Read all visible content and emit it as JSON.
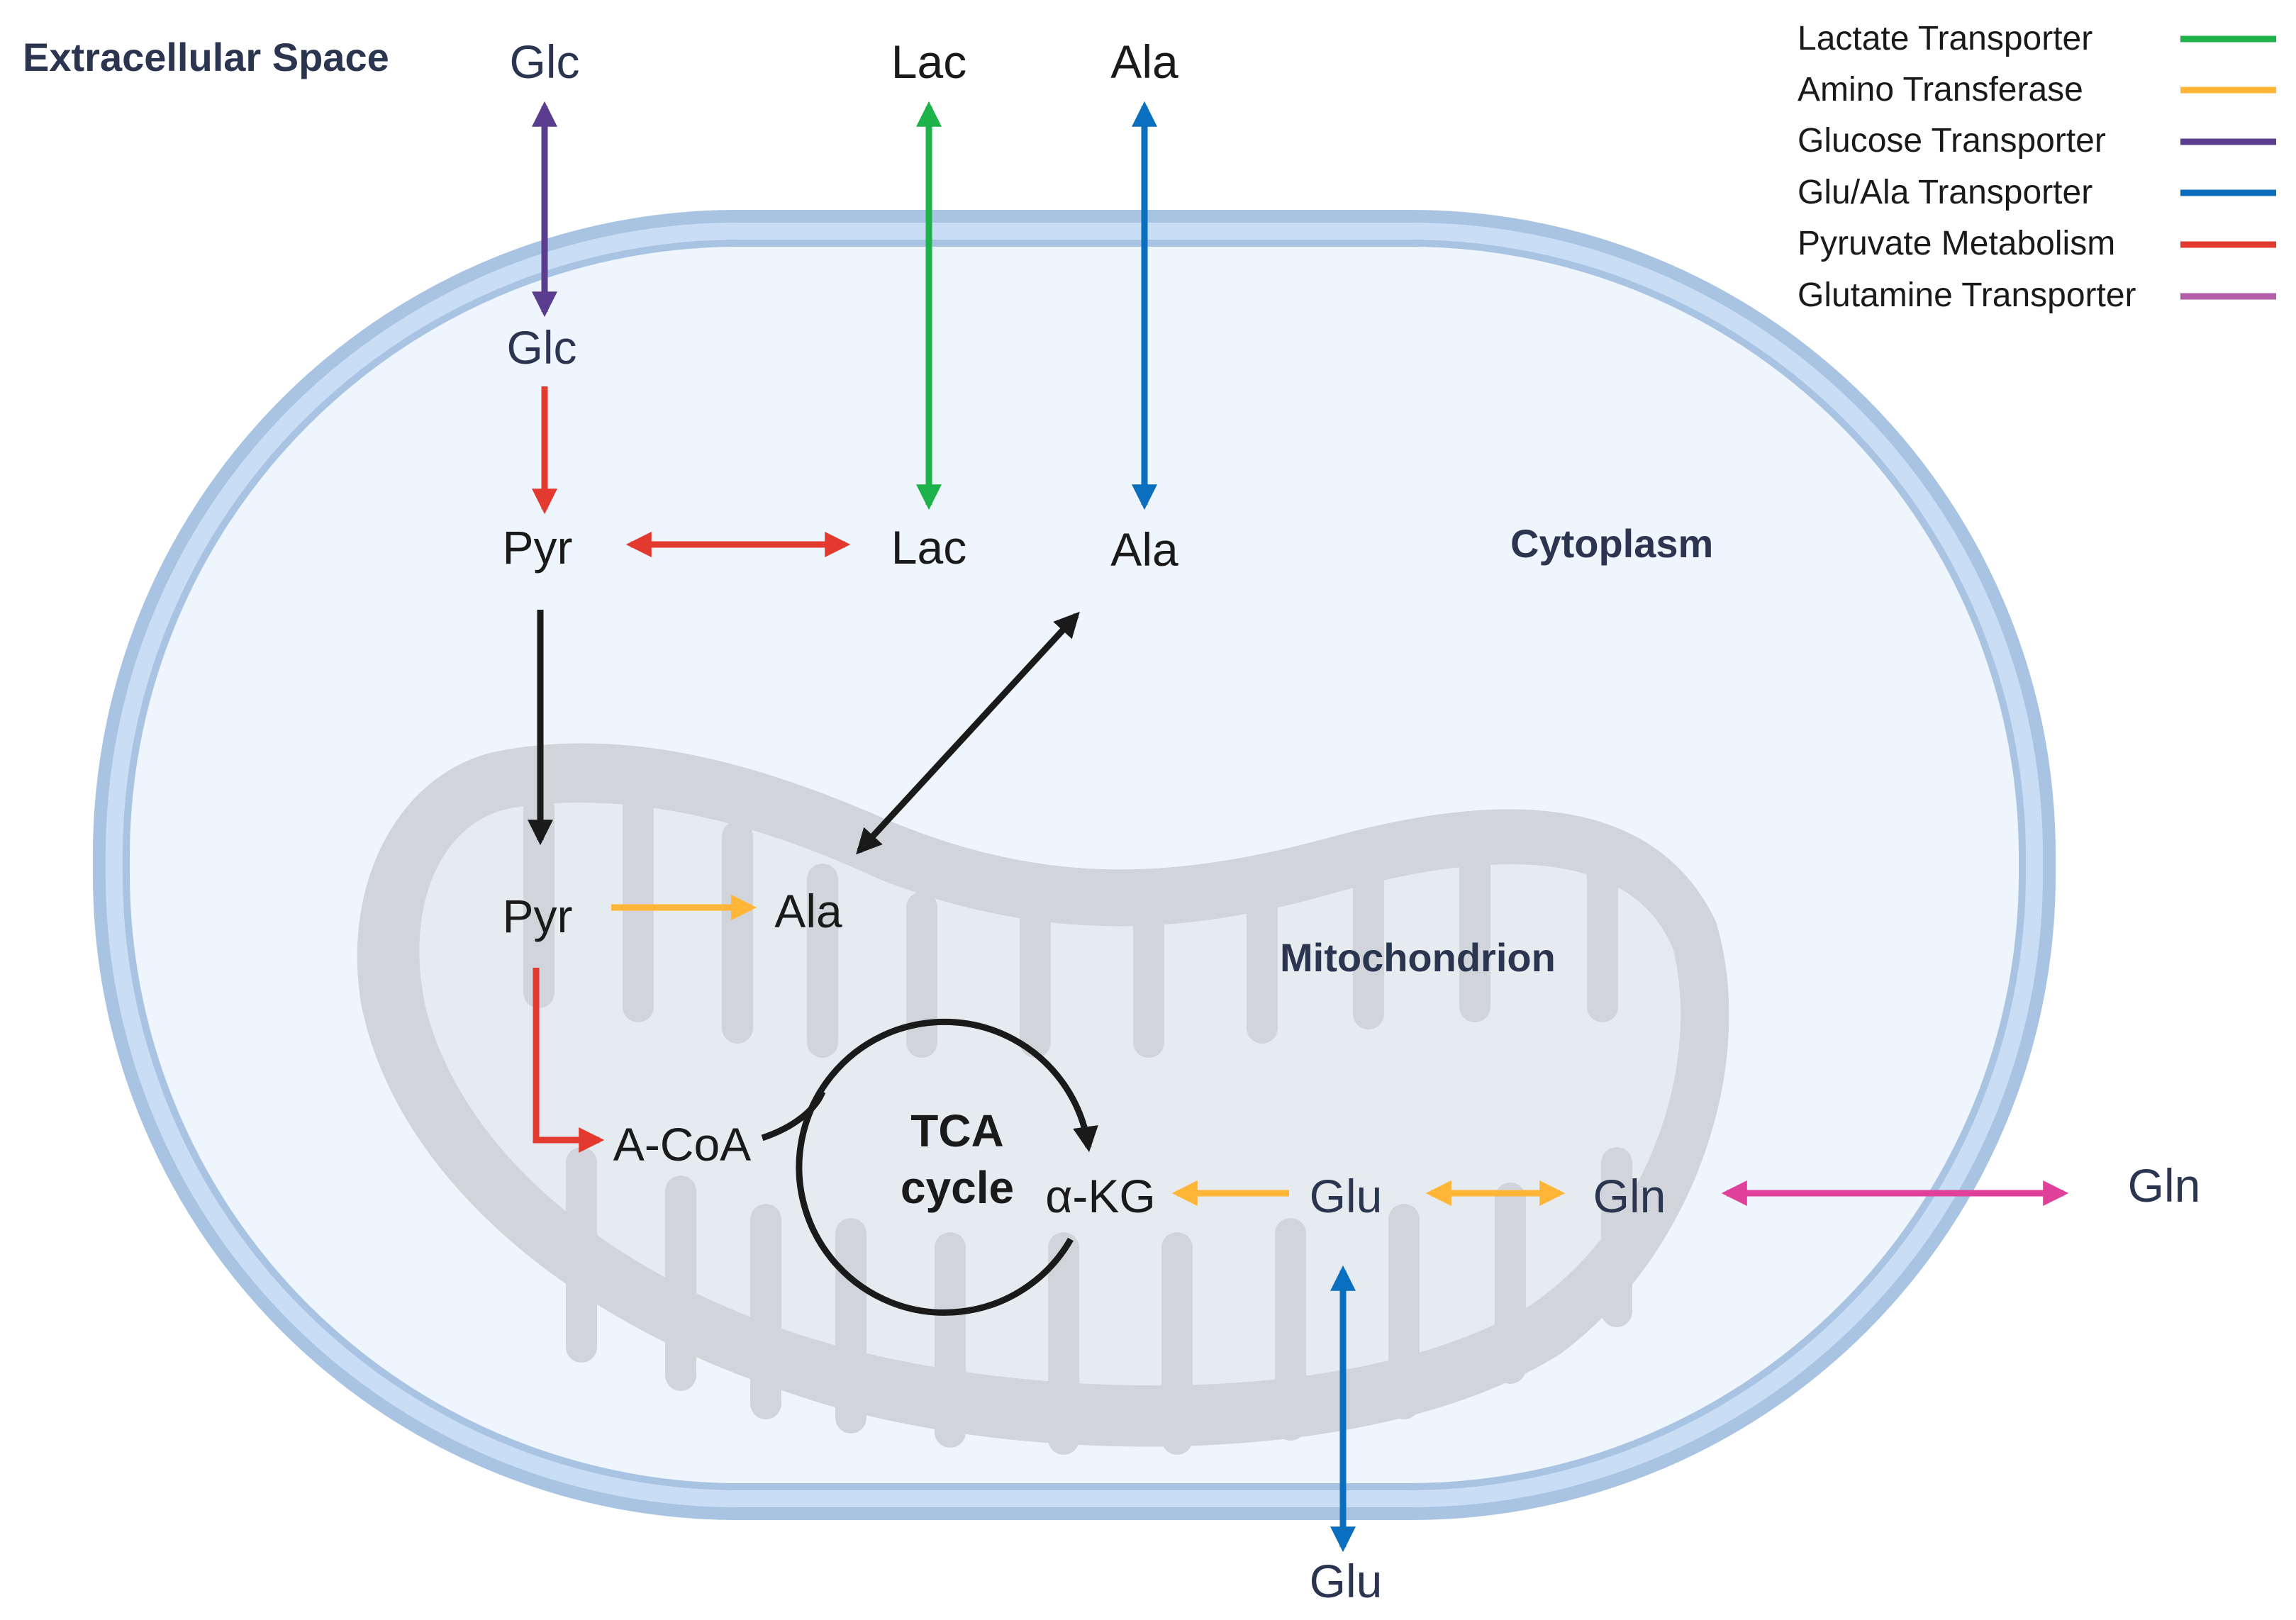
{
  "regions": {
    "extracellular": "Extracellular Space",
    "cytoplasm": "Cytoplasm",
    "mitochondrion": "Mitochondrion"
  },
  "metabolites": {
    "glc_out": "Glc",
    "lac_out": "Lac",
    "ala_out": "Ala",
    "glc_in": "Glc",
    "pyr_cyto": "Pyr",
    "lac_in": "Lac",
    "ala_in": "Ala",
    "pyr_mito": "Pyr",
    "ala_mito": "Ala",
    "acoa": "A-CoA",
    "akg": "α-KG",
    "glu_mito": "Glu",
    "gln_mito": "Gln",
    "gln_out": "Gln",
    "glu_out": "Glu"
  },
  "tca": {
    "line1": "TCA",
    "line2": "cycle"
  },
  "legend": [
    {
      "label": "Lactate Transporter",
      "color": "#1db34a"
    },
    {
      "label": "Amino Transferase",
      "color": "#ffb535"
    },
    {
      "label": "Glucose Transporter",
      "color": "#5b3d8f"
    },
    {
      "label": "Glu/Ala Transporter",
      "color": "#0b6fbf"
    },
    {
      "label": "Pyruvate Metabolism",
      "color": "#e23a2f"
    },
    {
      "label": "Glutamine Transporter",
      "color": "#b25fa8"
    }
  ],
  "colors": {
    "lactate": "#1db34a",
    "aminotransferase": "#ffb535",
    "glucose": "#5b3d8f",
    "glu_ala": "#0b6fbf",
    "pyruvate": "#e23a2f",
    "glutamine_arrow": "#e0409a",
    "black": "#1a1a1a",
    "cell_fill": "#eef5fd",
    "membrane": "#a9c4e2",
    "mito": "#d1d5db",
    "cristae": "#e6ebf0",
    "text_dark": "#2c3550"
  }
}
